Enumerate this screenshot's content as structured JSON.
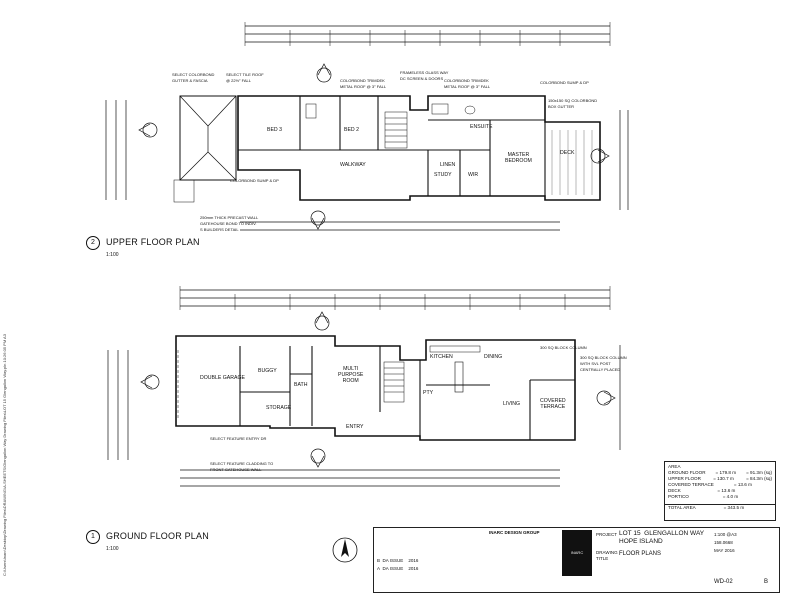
{
  "upper": {
    "title_no": "2",
    "title": "UPPER FLOOR PLAN",
    "scale": "1:100",
    "rooms": {
      "bed3": "BED 3",
      "bed2": "BED 2",
      "walkway": "WALKWAY",
      "study": "STUDY",
      "wir": "WIR",
      "master": "MASTER\nBEDROOM",
      "deck": "DECK",
      "ensuite": "ENSUITE",
      "linen": "LINEN"
    },
    "notes": {
      "n1": "SELECT COLORBOND\nGUTTER & FASCIA",
      "n2": "SELECT TILE ROOF\n@ 22½° FALL",
      "n3": "COLORBOND TRIMDEK\nMETAL ROOF @ 3° FALL",
      "n4": "FRAMELESS GLASS WAY\nDC SCREEN & DOORS",
      "n5": "COLORBOND TRIMDEK\nMETAL ROOF @ 3° FALL",
      "n6": "COLORBOND SUMP & DP",
      "n7": "150x150 SQ COLORBOND\nBOX GUTTER",
      "n8": "COLORBOND SUMP & DP",
      "n9": "250mm THICK PRECAST WALL\nGATEHOUSE BOND TO INDIV.\nS BUILDERS DETAIL"
    }
  },
  "ground": {
    "title_no": "1",
    "title": "GROUND FLOOR PLAN",
    "scale": "1:100",
    "rooms": {
      "garage": "DOUBLE GARAGE",
      "buggy": "BUGGY",
      "storage": "STORAGE",
      "bath": "BATH",
      "multi": "MULTI\nPURPOSE\nROOM",
      "entry": "ENTRY",
      "kitchen": "KITCHEN",
      "dining": "DINING",
      "living": "LIVING",
      "covered": "COVERED\nTERRACE",
      "pty": "PTY"
    },
    "notes": {
      "n1": "SELECT FEATURE ENTRY DR",
      "n2": "SELECT FEATURE CLADDING TO\nFRONT GATEHOUSE WALL",
      "n3": "300 SQ BLOCK COLUMN",
      "n4": "300 SQ BLOCK COLUMN\nWITH SVL POST\nCENTRALLY PLACED"
    }
  },
  "area": {
    "heading": "AREA",
    "rows": [
      {
        "label": "GROUND FLOOR",
        "v1": "= 179.8 m",
        "v2": "= 91.3m (sq)"
      },
      {
        "label": "UPPER FLOOR",
        "v1": "= 130.7 m",
        "v2": "= 84.3m (sq)"
      },
      {
        "label": "COVERED TERRACE",
        "v1": "= 13.6 m",
        "v2": ""
      },
      {
        "label": "DECK",
        "v1": "= 13.6 m",
        "v2": ""
      },
      {
        "label": "PORTICO",
        "v1": "= 4.0 m",
        "v2": ""
      }
    ],
    "total_label": "TOTAL AREA",
    "total": "= 343.5 m"
  },
  "titleblock": {
    "revs": [
      {
        "rev": "B",
        "desc": "DA ISSUE",
        "date": "2016"
      },
      {
        "rev": "A",
        "desc": "DA ISSUE",
        "date": "2016"
      }
    ],
    "firm": "INARC DESIGN GROUP",
    "logo": "INARC",
    "project_label": "PROJECT",
    "project": "LOT 15  GLENGALLON WAY\nHOPE ISLAND",
    "drawing_label": "DRAWING\nTITLE",
    "drawing": "FLOOR PLANS",
    "dwg_no": "WD-02",
    "rev": "B",
    "scale": "1:100 @A3",
    "job": "158.0668",
    "date": "MAY 2016"
  },
  "side_note": "C:\\Users\\Inarc\\Desktop\\Drawing Files\\DRAWING\\A-SHEETS\\Glengallon Way Drawing Files\\LOT 15 Glengallon Way.pln  10:26:05 PM  A3"
}
